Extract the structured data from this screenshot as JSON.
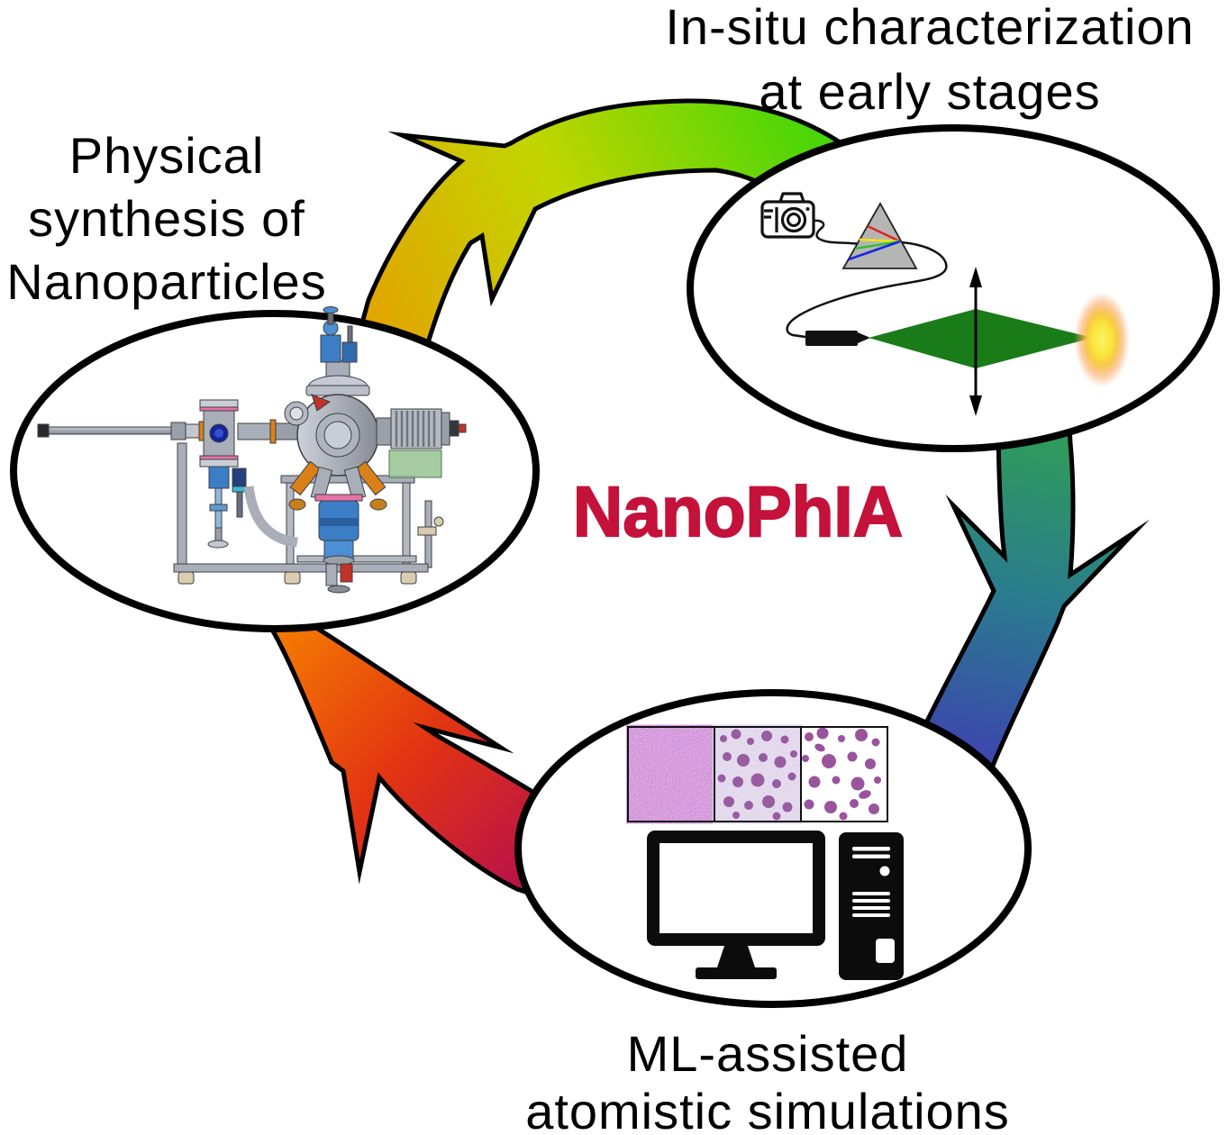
{
  "diagram": {
    "background": "#FFFFFF",
    "title": {
      "text": "NanoPhIA",
      "color": "#C4123A"
    },
    "stages": {
      "synthesis": {
        "lines": [
          "Physical",
          "synthesis of",
          "Nanoparticles"
        ]
      },
      "characterization": {
        "lines": [
          "In-situ characterization",
          "at early stages"
        ]
      },
      "simulation": {
        "lines": [
          "ML-assisted",
          "atomistic simulations"
        ]
      }
    },
    "arrows": [
      {
        "name": "synthesis-to-characterization",
        "from": "Physical synthesis of Nanoparticles",
        "to": "In-situ characterization at early stages",
        "gradient": [
          "#E2A400",
          "#C3D500",
          "#3FD608"
        ]
      },
      {
        "name": "characterization-to-simulation",
        "from": "In-situ characterization at early stages",
        "to": "ML-assisted atomistic simulations",
        "gradient": [
          "#2FA053",
          "#2A7B8F",
          "#3F3EB2"
        ]
      },
      {
        "name": "simulation-to-synthesis",
        "from": "ML-assisted atomistic simulations",
        "to": "Physical synthesis of Nanoparticles",
        "gradient": [
          "#B30D50",
          "#E23412",
          "#F57F00"
        ]
      }
    ],
    "icons": {
      "camera": "camera-icon",
      "prism": "dispersion-prism-icon",
      "fiber": "fiber-cable",
      "collimator": "laser-collimator-icon",
      "laser_sheet": "laser-sheet-shape",
      "glow": "plasma-glow",
      "motion_arrow": "vertical-double-arrow-icon",
      "machine": "vacuum-chamber-illustration",
      "snapshots": "simulation-snapshot-strip",
      "monitor": "monitor-icon",
      "tower": "computer-tower-icon"
    },
    "colors": {
      "ellipse_stroke": "#000000",
      "laser_sheet_green": "#197C19",
      "prism_gray": "#B5B5B5",
      "snapshot_purple": "#91519A"
    }
  }
}
